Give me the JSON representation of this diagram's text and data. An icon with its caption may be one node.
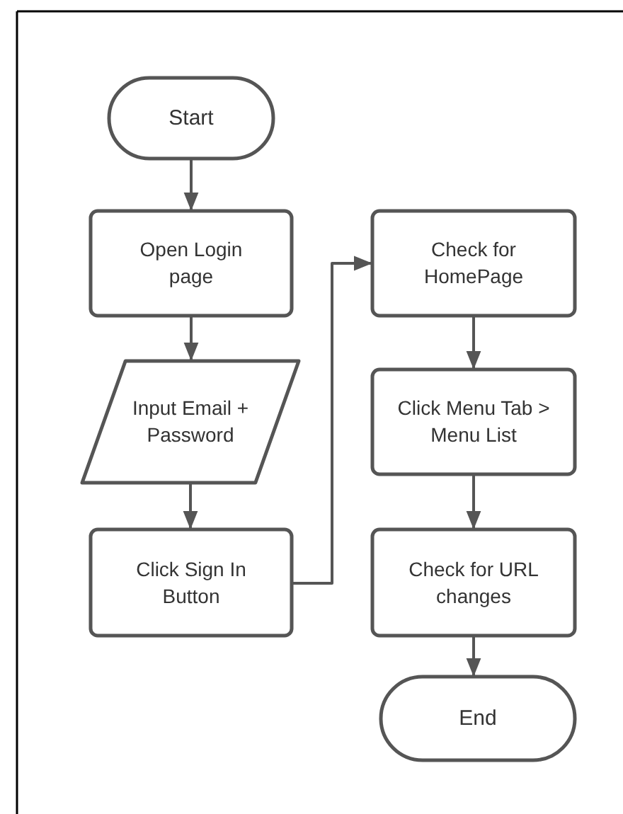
{
  "diagram": {
    "nodes": [
      {
        "text": [
          "Start"
        ]
      },
      {
        "text": [
          "Open Login page"
        ]
      },
      {
        "text": [
          "Input Email + Password"
        ]
      },
      {
        "text": [
          "Click Sign In Button"
        ]
      },
      {
        "text": [
          "Check for HomePage"
        ]
      },
      {
        "text": [
          "Click Menu Tab > Menu List"
        ]
      },
      {
        "text": [
          "Check for URL changes"
        ]
      },
      {
        "text": [
          "End"
        ]
      }
    ],
    "edges": [
      {
        "from": 0,
        "to": 1,
        "arrow": "to"
      },
      {
        "from": 1,
        "to": 2,
        "arrow": "to"
      },
      {
        "from": 2,
        "to": 3,
        "arrow": "to"
      },
      {
        "from": 3,
        "to": 4,
        "arrow": "to"
      },
      {
        "from": 4,
        "to": 5,
        "arrow": "to"
      },
      {
        "from": 5,
        "to": 6,
        "arrow": "to"
      },
      {
        "from": 6,
        "to": 7,
        "arrow": "to"
      }
    ]
  }
}
